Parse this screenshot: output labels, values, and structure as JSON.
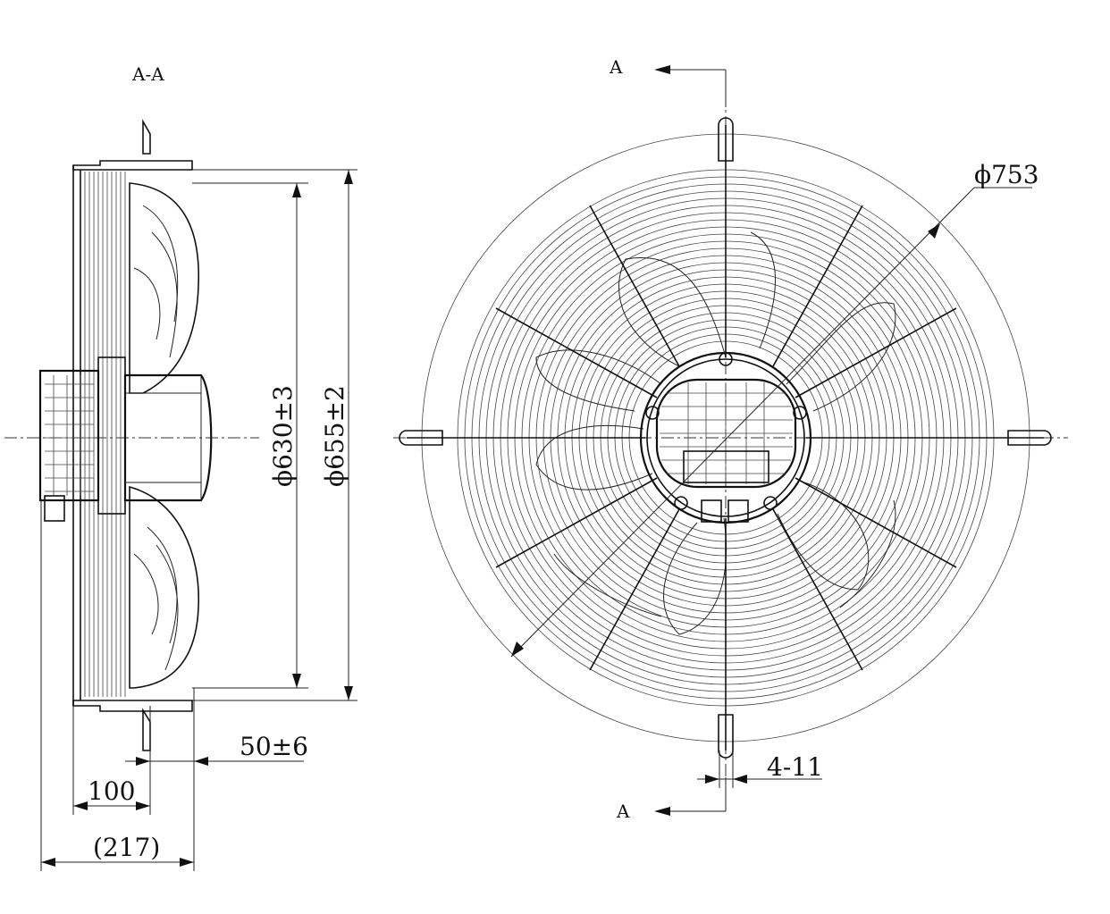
{
  "section_label": "A-A",
  "section_mark_top": "A",
  "section_mark_bottom": "A",
  "dimensions": {
    "dia_guard": "ϕ753",
    "dia_blade": "ϕ630±3",
    "dia_ring": "ϕ655±2",
    "offset": "50±6",
    "depth_front": "100",
    "depth_total": "(217)",
    "holes": "4-11"
  },
  "colors": {
    "line": "#111111",
    "background": "#ffffff"
  }
}
